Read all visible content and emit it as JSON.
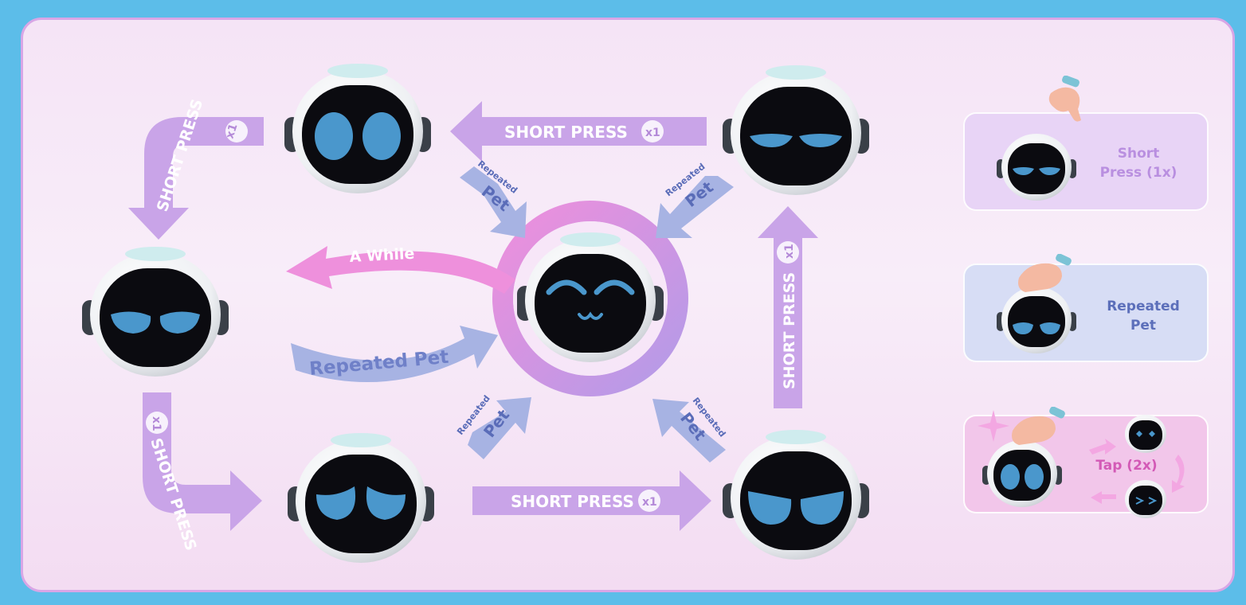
{
  "labels": {
    "short_press": "SHORT PRESS",
    "x1": "x1",
    "repeated": "Repeated",
    "pet": "Pet",
    "a_while": "A While",
    "repeated_pet": "Repeated Pet"
  },
  "legend": [
    {
      "text": "Short Press (1x)",
      "line1": "Short",
      "line2": "Press (1x)"
    },
    {
      "text": "Repeated Pet",
      "line1": "Repeated",
      "line2": "Pet"
    },
    {
      "text": "Tap (2x)"
    }
  ],
  "colors": {
    "background": "#5cbde9",
    "short_press_arrow": "#c9a4e8",
    "pet_arrow": "#a7b3e3",
    "a_while_arrow": "#ee90dc",
    "eye": "#4a97cc",
    "face": "#0b0b10"
  },
  "icons": [
    "robot-face-icon",
    "hand-icon",
    "sparkle-icon"
  ]
}
